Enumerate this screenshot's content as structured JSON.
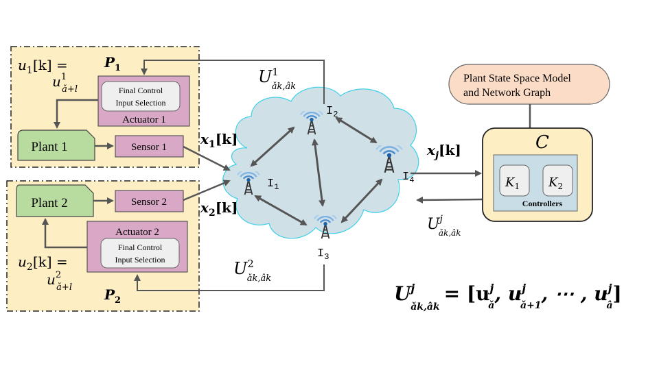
{
  "plant1": {
    "label": "Plant 1",
    "sensor": "Sensor 1",
    "actuator": "Actuator 1",
    "final_control_l1": "Final Control",
    "final_control_l2": "Input Selection",
    "p_label": "P",
    "p_sub": "1",
    "u_eq_l1": "u",
    "u_eq_sub": "1",
    "u_eq_rest": "[k] =",
    "u_eq_l2": "u",
    "u_eq_l2_sup": "1",
    "u_eq_l2_sub": "ǎ+l"
  },
  "plant2": {
    "label": "Plant 2",
    "sensor": "Sensor 2",
    "actuator": "Actuator 2",
    "final_control_l1": "Final Control",
    "final_control_l2": "Input Selection",
    "p_label": "P",
    "p_sub": "2",
    "u_eq_l1": "u",
    "u_eq_sub": "2",
    "u_eq_rest": "[k] =",
    "u_eq_l2": "u",
    "u_eq_l2_sup": "2",
    "u_eq_l2_sub": "ǎ+l"
  },
  "network": {
    "nodes": [
      "I1",
      "I2",
      "I3",
      "I4"
    ],
    "node_base": "I",
    "node_subs": [
      "1",
      "2",
      "3",
      "4"
    ]
  },
  "signals": {
    "x1": "x",
    "x1_sub": "1",
    "x1_rest": "[k]",
    "x2": "x",
    "x2_sub": "2",
    "x2_rest": "[k]",
    "xj": "x",
    "xj_sub": "j",
    "xj_rest": "[k]",
    "U": "U",
    "U1_sup": "1",
    "U2_sup": "2",
    "Uj_sup": "j",
    "U_sub": "ǎk,âk"
  },
  "model": {
    "line1": "Plant State  Space Model",
    "line2": "and Network Graph"
  },
  "controller": {
    "title": "C",
    "k1": "K",
    "k1_sub": "1",
    "k2": "K",
    "k2_sub": "2",
    "label": "Controllers"
  },
  "equation": {
    "lhs": "U",
    "lhs_sup": "j",
    "lhs_sub": "ǎk,âk",
    "eq": "= [u",
    "t1_sup": "j",
    "t1_sub": "ǎ",
    "comma": ", u",
    "t2_sup": "j",
    "t2_sub": "ǎ+1",
    "dots": ", ⋯ , u",
    "t3_sup": "j",
    "t3_sub": "â",
    "close": "]"
  },
  "colors": {
    "plant_bg": "#fdeec4",
    "plant_block": "#b8dba0",
    "sensor": "#d9a8c6",
    "cloud": "#cfe0e6",
    "cloud_edge": "#3fd0e8",
    "model": "#fbdcc7",
    "controller_bg": "#fdeec4",
    "controllers_inner": "#c8dde6",
    "arrow": "#555555"
  },
  "icons": [
    "antenna-tower-icon"
  ]
}
